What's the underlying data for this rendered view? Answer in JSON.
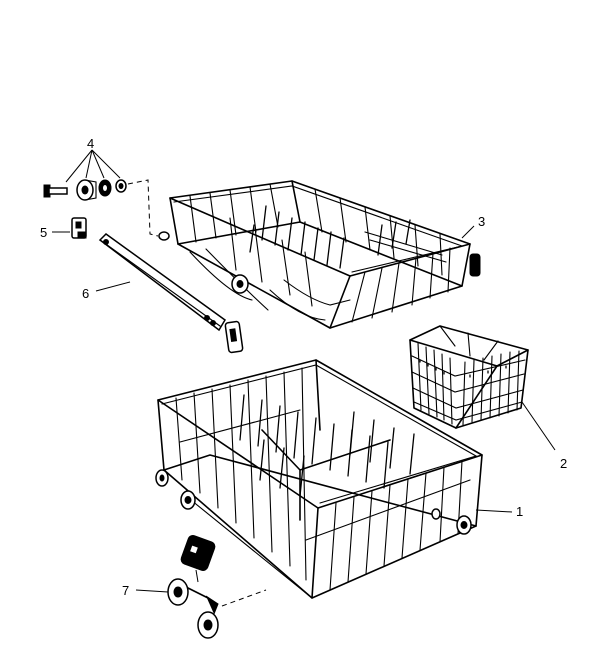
{
  "callouts": {
    "c1": "1",
    "c2": "2",
    "c3": "3",
    "c4": "4",
    "c5": "5",
    "c6": "6",
    "c7": "7"
  },
  "parts": [
    {
      "ref": "1",
      "name": "lower-dishrack"
    },
    {
      "ref": "2",
      "name": "silverware-basket"
    },
    {
      "ref": "3",
      "name": "upper-dishrack"
    },
    {
      "ref": "4",
      "name": "roller-and-axle-hardware"
    },
    {
      "ref": "5",
      "name": "track-stop"
    },
    {
      "ref": "6",
      "name": "rack-track"
    },
    {
      "ref": "7",
      "name": "lower-rack-wheel"
    }
  ]
}
